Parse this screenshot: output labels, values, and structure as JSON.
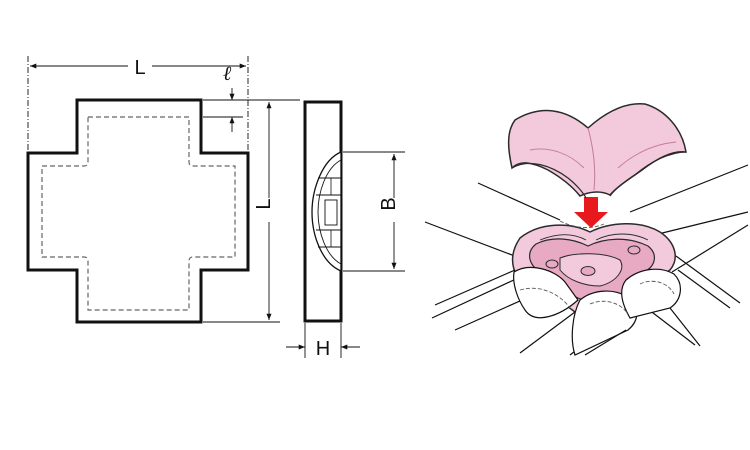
{
  "labels": {
    "length_top": "L",
    "lip": "ℓ",
    "length_side": "L",
    "width": "B",
    "height": "H"
  },
  "colors": {
    "part_fill": "#f3c9dc",
    "part_shade": "#e8a9c3",
    "part_stroke": "#2b2b2b",
    "arrow": "#e8191c"
  }
}
